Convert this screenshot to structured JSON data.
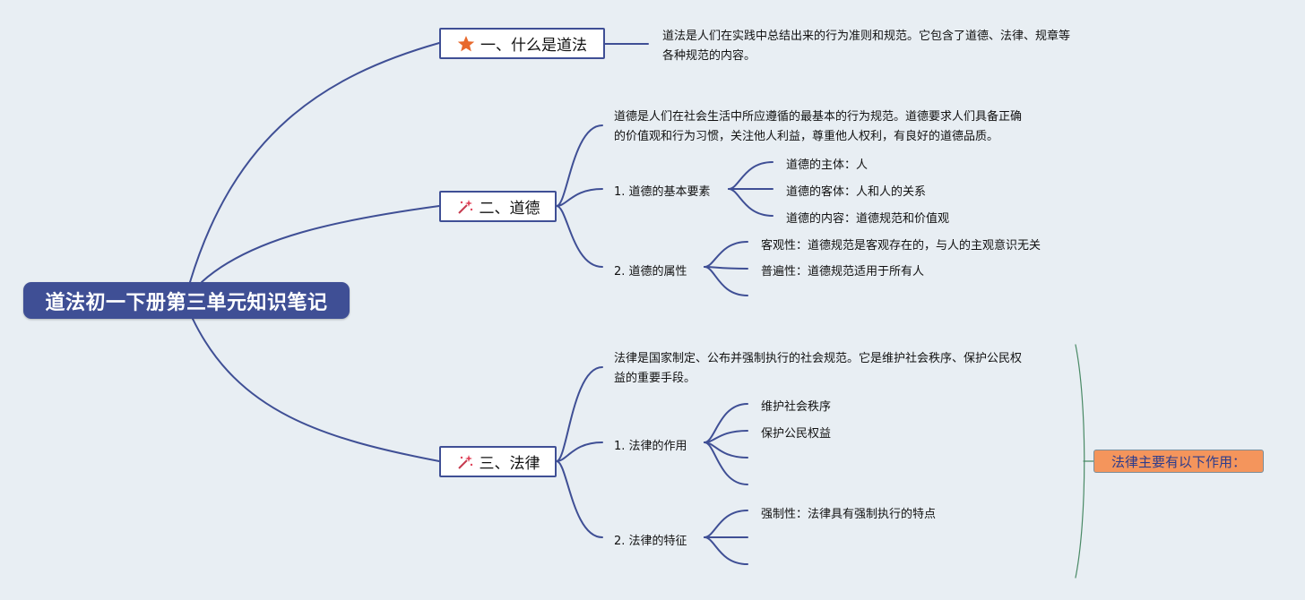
{
  "colors": {
    "background": "#e8eef3",
    "root": "#3f4f95",
    "line": "#3f4f95",
    "summary_fill": "#f4955c",
    "summary_text": "#2d3c8c",
    "bracket": "#4a8a66"
  },
  "root": {
    "label": "道法初一下册第三单元知识笔记"
  },
  "branches": [
    {
      "label": "一、什么是道法",
      "icon": "star-icon",
      "text": [
        "道法是人们在实践中总结出来的行为准则和规范。它包含了道德、法律、规章等",
        "各种规范的内容。"
      ]
    },
    {
      "label": "二、道德",
      "icon": "magic-wand-icon",
      "text": [
        "道德是人们在社会生活中所应遵循的最基本的行为规范。道德要求人们具备正确",
        "的价值观和行为习惯，关注他人利益，尊重他人权利，有良好的道德品质。"
      ],
      "topics": [
        {
          "label": "1. 道德的基本要素",
          "items": [
            "道德的主体：人",
            "道德的客体：人和人的关系",
            "道德的内容：道德规范和价值观"
          ]
        },
        {
          "label": "2. 道德的属性",
          "items": [
            "客观性：道德规范是客观存在的，与人的主观意识无关",
            "普遍性：道德规范适用于所有人",
            ""
          ]
        }
      ]
    },
    {
      "label": "三、法律",
      "icon": "magic-wand-icon",
      "text": [
        "法律是国家制定、公布并强制执行的社会规范。它是维护社会秩序、保护公民权",
        "益的重要手段。"
      ],
      "topics": [
        {
          "label": "1. 法律的作用",
          "items": [
            "维护社会秩序",
            "保护公民权益",
            "",
            ""
          ]
        },
        {
          "label": "2. 法律的特征",
          "items": [
            "强制性：法律具有强制执行的特点",
            "",
            ""
          ]
        }
      ]
    }
  ],
  "summary": {
    "label": "法律主要有以下作用："
  }
}
